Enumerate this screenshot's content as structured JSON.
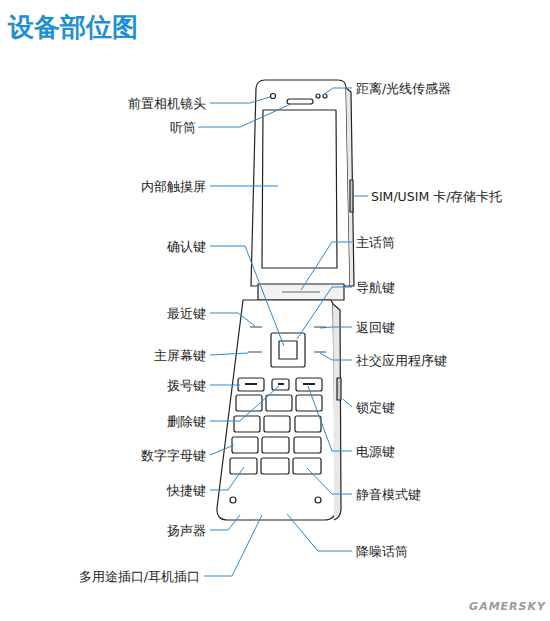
{
  "diagram": {
    "title": "设备部位图",
    "labels": [
      "前置相机镜头",
      "距离/光线传感器",
      "听筒",
      "内部触摸屏",
      "SIM/USIM 卡/存储卡托",
      "确认键",
      "主话筒",
      "导航键",
      "最近键",
      "返回键",
      "主屏幕键",
      "社交应用程序键",
      "拨号键",
      "锁定键",
      "删除键",
      "电源键",
      "数字字母键",
      "快捷键",
      "静音模式键",
      "扬声器",
      "降噪话筒",
      "多用途插口/耳机插口",
      "GAMERSKY"
    ]
  }
}
